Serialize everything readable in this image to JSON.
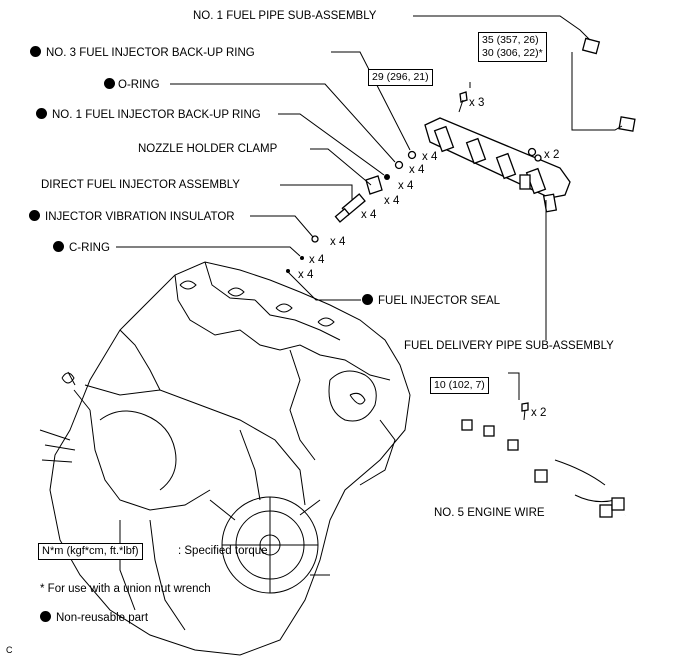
{
  "labels": {
    "fuel_pipe": "NO. 1 FUEL PIPE SUB-ASSEMBLY",
    "backup_ring_3": "NO. 3 FUEL INJECTOR BACK-UP RING",
    "o_ring": "O-RING",
    "backup_ring_1": "NO. 1 FUEL INJECTOR BACK-UP RING",
    "nozzle_clamp": "NOZZLE HOLDER CLAMP",
    "injector_assembly": "DIRECT FUEL INJECTOR ASSEMBLY",
    "vibration_insulator": "INJECTOR VIBRATION INSULATOR",
    "c_ring": "C-RING",
    "injector_seal": "FUEL INJECTOR SEAL",
    "delivery_pipe": "FUEL DELIVERY PIPE SUB-ASSEMBLY",
    "engine_wire": "NO. 5 ENGINE WIRE"
  },
  "torque": {
    "fuel_pipe_line1": "35 (357, 26)",
    "fuel_pipe_line2": "30 (306, 22)*",
    "delivery_pipe_bolts": "29 (296, 21)",
    "engine_wire_bolts": "10 (102, 7)"
  },
  "quantities": {
    "bolts_x3": "x 3",
    "x2_pipe": "x 2",
    "x2_wire": "x 2",
    "x4": "x 4"
  },
  "legend": {
    "torque_box": "N*m (kgf*cm, ft.*lbf)",
    "torque_desc": ": Specified torque",
    "union_note": "* For use with a union nut wrench",
    "non_reusable": "Non-reusable part"
  },
  "corner_mark": "C"
}
